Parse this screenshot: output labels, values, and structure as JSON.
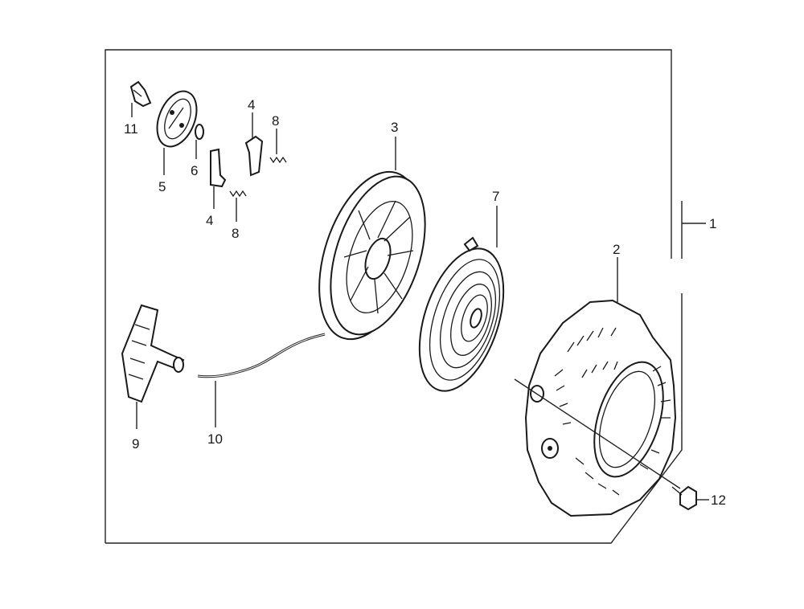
{
  "diagram": {
    "callouts": {
      "c1": "1",
      "c2": "2",
      "c3": "3",
      "c4a": "4",
      "c4b": "4",
      "c5": "5",
      "c6": "6",
      "c7": "7",
      "c8a": "8",
      "c8b": "8",
      "c9": "9",
      "c10": "10",
      "c11": "11",
      "c12": "12"
    }
  }
}
